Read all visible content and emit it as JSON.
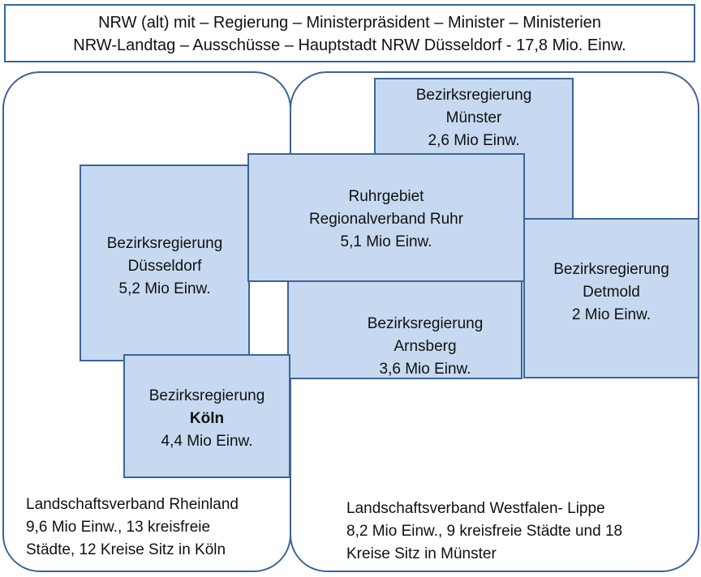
{
  "title": {
    "line1": "NRW (alt) mit  – Regierung – Ministerpräsident – Minister – Ministerien",
    "line2": "NRW-Landtag – Ausschüsse – Hauptstadt NRW Düsseldorf - 17,8 Mio. Einw."
  },
  "muenster": {
    "l1": "Bezirksregierung",
    "l2": "Münster",
    "l3": "2,6 Mio Einw."
  },
  "duesseldorf": {
    "l1": "Bezirksregierung",
    "l2": "Düsseldorf",
    "l3": "5,2 Mio Einw."
  },
  "detmold": {
    "l1": "Bezirksregierung",
    "l2": "Detmold",
    "l3": "2 Mio Einw."
  },
  "ruhr": {
    "l1": "Ruhrgebiet",
    "l2": "Regionalverband Ruhr",
    "l3": "5,1 Mio Einw."
  },
  "arnsberg": {
    "l1": "Bezirksregierung",
    "l2": "Arnsberg",
    "l3": "3,6 Mio Einw."
  },
  "koeln": {
    "l1": "Bezirksregierung",
    "l2": "Köln",
    "l3": "4,4 Mio Einw."
  },
  "rheinland": {
    "l1": "Landschaftsverband Rheinland",
    "l2": "9,6 Mio Einw., 13 kreisfreie",
    "l3": "Städte, 12 Kreise  Sitz in Köln"
  },
  "westfalen": {
    "l1": "Landschaftsverband Westfalen- Lippe",
    "l2": "8,2 Mio Einw., 9 kreisfreie Städte und 18",
    "l3": "Kreise Sitz in Münster"
  }
}
